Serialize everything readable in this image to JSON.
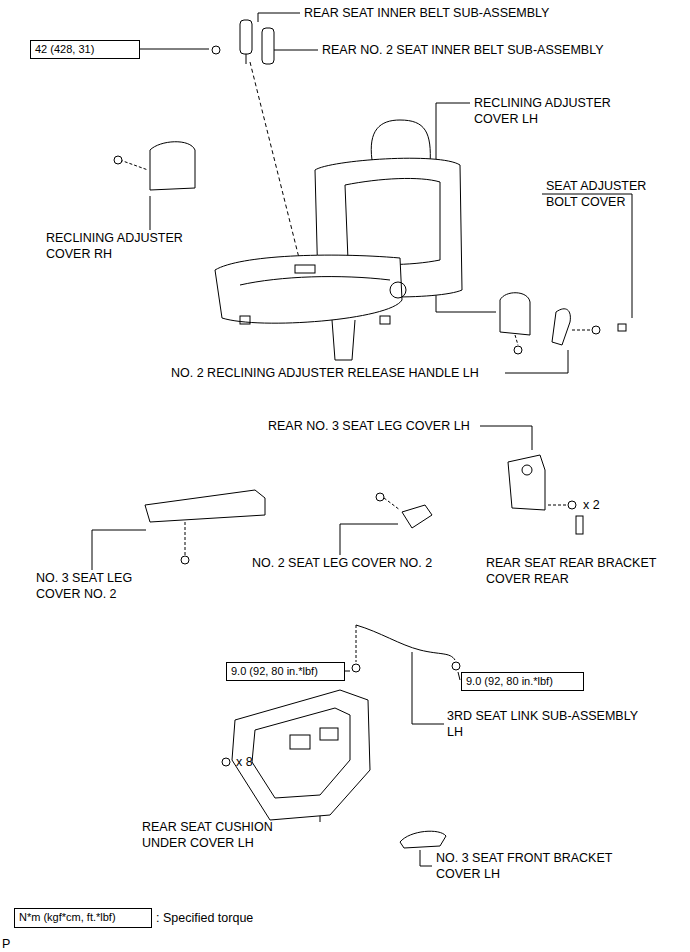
{
  "diagram": {
    "nodes": [
      {
        "text": [
          "42 (428, 31)"
        ]
      },
      {
        "text": [
          "9.0 (92, 80 in.*lbf)"
        ]
      },
      {
        "text": [
          "9.0 (92, 80 in.*lbf)"
        ]
      },
      {
        "text": [
          "N*m (kgf*cm, ft.*lbf)"
        ]
      }
    ],
    "labels": [
      "REAR SEAT INNER BELT SUB-ASSEMBLY",
      "REAR NO. 2 SEAT INNER BELT SUB-ASSEMBLY",
      "RECLINING ADJUSTER COVER LH",
      "SEAT ADJUSTER BOLT COVER",
      "RECLINING ADJUSTER COVER RH",
      "NO. 2 RECLINING ADJUSTER RELEASE HANDLE LH",
      "REAR NO. 3 SEAT LEG COVER LH",
      "x 2",
      "NO. 3 SEAT LEG COVER NO. 2",
      "NO. 2 SEAT LEG COVER NO. 2",
      "REAR SEAT REAR BRACKET COVER REAR",
      "3RD SEAT LINK SUB-ASSEMBLY LH",
      "x 8",
      "REAR SEAT CUSHION UNDER COVER LH",
      "NO. 3 SEAT FRONT BRACKET COVER LH",
      ": Specified torque",
      "P"
    ]
  }
}
